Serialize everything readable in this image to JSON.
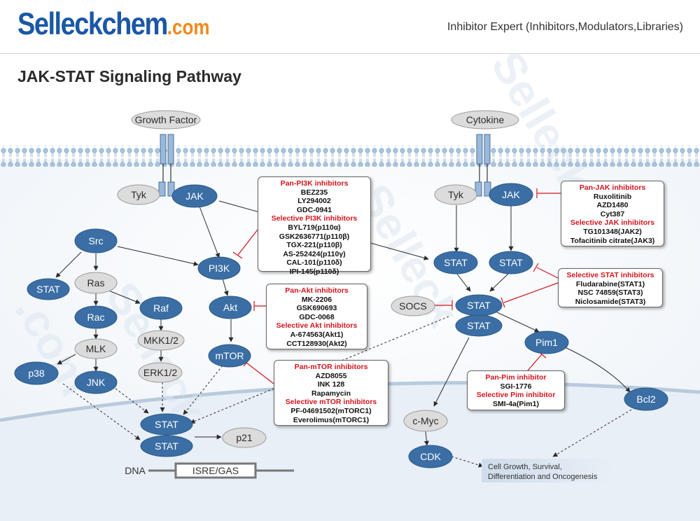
{
  "header": {
    "logo_main": "Selleckchem",
    "logo_suffix": ".com",
    "tagline": "Inhibitor Expert (Inhibitors,Modulators,Libraries)"
  },
  "page_title": "JAK-STAT Signaling Pathway",
  "colors": {
    "node_blue": "#3a6ea5",
    "node_gray": "#dcdcdc",
    "inhibitor_red": "#d3141c",
    "membrane_blue": "#a9c3de",
    "watermark": "#d9e4ef"
  },
  "nodes": {
    "growth_factor": "Growth Factor",
    "cytokine": "Cytokine",
    "tyk_left": "Tyk",
    "jak_left": "JAK",
    "tyk_right": "Tyk",
    "jak_right": "JAK",
    "src": "Src",
    "stat_src": "STAT",
    "ras": "Ras",
    "rac": "Rac",
    "mlk": "MLK",
    "p38": "p38",
    "jnk": "JNK",
    "raf": "Raf",
    "mkk": "MKK1/2",
    "erk": "ERK1/2",
    "pi3k": "PI3K",
    "akt": "Akt",
    "mtor": "mTOR",
    "stat_nuc1": "STAT",
    "stat_nuc2": "STAT",
    "p21": "p21",
    "dna": "DNA",
    "isre": "ISRE/GAS",
    "stat_r1": "STAT",
    "stat_r2": "STAT",
    "socs": "SOCS",
    "stat_dimer1": "STAT",
    "stat_dimer2": "STAT",
    "pim1": "Pim1",
    "bcl2": "Bcl2",
    "cmyc": "c-Myc",
    "cdk": "CDK",
    "outcome_line1": "Cell Growth, Survival,",
    "outcome_line2": "Differentiation and Oncogenesis"
  },
  "inhibitors": {
    "pi3k": [
      {
        "type": "head",
        "text": "Pan-PI3K inhibitors"
      },
      {
        "type": "item",
        "text": "BEZ235"
      },
      {
        "type": "item",
        "text": "LY294002"
      },
      {
        "type": "item",
        "text": "GDC-0941"
      },
      {
        "type": "head",
        "text": "Selective  PI3K inhibitors"
      },
      {
        "type": "item",
        "text": "BYL719(p110α)"
      },
      {
        "type": "item",
        "text": "GSK2636771(p110β)"
      },
      {
        "type": "item",
        "text": "TGX-221(p110β)"
      },
      {
        "type": "item",
        "text": "AS-252424(p110γ)"
      },
      {
        "type": "item",
        "text": "CAL-101(p110δ)"
      },
      {
        "type": "item",
        "text": "IPI-145(p110δ)"
      }
    ],
    "akt": [
      {
        "type": "head",
        "text": "Pan-Akt inhibitors"
      },
      {
        "type": "item",
        "text": "MK-2206"
      },
      {
        "type": "item",
        "text": "GSK690693"
      },
      {
        "type": "item",
        "text": "GDC-0068"
      },
      {
        "type": "head",
        "text": "Selective Akt inhibitors"
      },
      {
        "type": "item",
        "text": "A-674563(Akt1)"
      },
      {
        "type": "item",
        "text": "CCT128930(Akt2)"
      }
    ],
    "mtor": [
      {
        "type": "head",
        "text": "Pan-mTOR inhibitors"
      },
      {
        "type": "item",
        "text": "AZD8055"
      },
      {
        "type": "item",
        "text": "INK 128"
      },
      {
        "type": "item",
        "text": "Rapamycin"
      },
      {
        "type": "head",
        "text": "Selective  mTOR inhibitors"
      },
      {
        "type": "item",
        "text": "PF-04691502(mTORC1)"
      },
      {
        "type": "item",
        "text": "Everolimus(mTORC1)"
      }
    ],
    "jak": [
      {
        "type": "head",
        "text": "Pan-JAK inhibitors"
      },
      {
        "type": "item",
        "text": "Ruxolitinib"
      },
      {
        "type": "item",
        "text": "AZD1480"
      },
      {
        "type": "item",
        "text": "Cyt387"
      },
      {
        "type": "head",
        "text": "Selective JAK inhibitors"
      },
      {
        "type": "item",
        "text": "TG101348(JAK2)"
      },
      {
        "type": "item",
        "text": "Tofacitinib citrate(JAK3)"
      }
    ],
    "stat": [
      {
        "type": "head",
        "text": "Selective STAT inhibitors"
      },
      {
        "type": "item",
        "text": "Fludarabine(STAT1)"
      },
      {
        "type": "item",
        "text": "NSC 74859(STAT3)"
      },
      {
        "type": "item",
        "text": "Niclosamide(STAT3)"
      }
    ],
    "pim": [
      {
        "type": "head",
        "text": "Pan-Pim inhibitor"
      },
      {
        "type": "item",
        "text": "SGI-1776"
      },
      {
        "type": "head",
        "text": "Selective Pim inhibitor"
      },
      {
        "type": "item",
        "text": "SMI-4a(Pim1)"
      }
    ]
  }
}
